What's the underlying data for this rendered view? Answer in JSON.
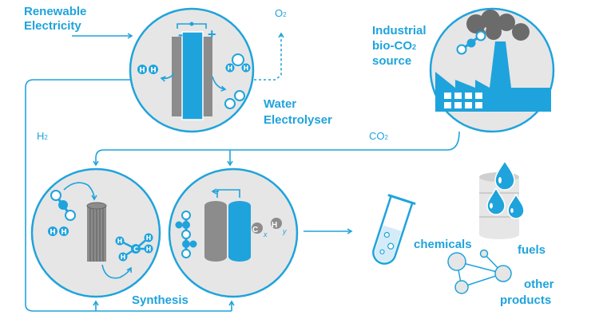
{
  "colors": {
    "accent": "#1fa3dc",
    "panel": "#e6e6e6",
    "grey": "#8c8c8c",
    "dark_grey": "#666666",
    "smoke": "#6b6b6b"
  },
  "labels": {
    "renewable_line1": "Renewable",
    "renewable_line2": "Electricity",
    "o2_base": "O",
    "o2_sub": "2",
    "industrial_line1": "Industrial",
    "industrial_line2_pre": "bio-CO",
    "industrial_line2_sub": "2",
    "industrial_line3": "source",
    "water_line1": "Water",
    "water_line2": "Electrolyser",
    "h2_base": "H",
    "h2_sub": "2",
    "co2_base": "CO",
    "co2_sub": "2",
    "synthesis": "Synthesis",
    "chemicals": "chemicals",
    "fuels": "fuels",
    "other_line1": "other",
    "other_line2": "products",
    "cxhy_c": "C",
    "cxhy_x": "x",
    "cxhy_h": "H",
    "cxhy_y": "y",
    "minus": "-",
    "plus": "+"
  },
  "icons": [
    "electrolyser-icon",
    "factory-icon",
    "reactor-icon",
    "separator-icon",
    "test-tube-icon",
    "fuel-barrel-icon",
    "molecule-network-icon",
    "hydrogen-molecule-icon",
    "oxygen-molecule-icon",
    "co2-molecule-icon"
  ]
}
